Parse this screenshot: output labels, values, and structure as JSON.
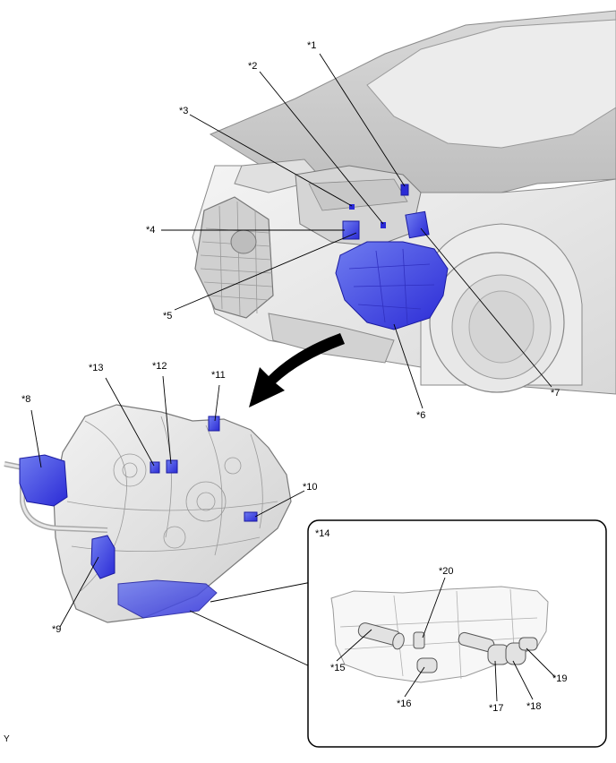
{
  "callouts": {
    "c1": "*1",
    "c2": "*2",
    "c3": "*3",
    "c4": "*4",
    "c5": "*5",
    "c6": "*6",
    "c7": "*7",
    "c8": "*8",
    "c9": "*9",
    "c10": "*10",
    "c11": "*11",
    "c12": "*12",
    "c13": "*13",
    "c14": "*14",
    "c15": "*15",
    "c16": "*16",
    "c17": "*17",
    "c18": "*18",
    "c19": "*19",
    "c20": "*20"
  },
  "corner_letter": "Y",
  "colors": {
    "highlight": "#2b2bd6",
    "highlight_light": "#6f7cf0",
    "line": "#000000",
    "body_grey": "#e6e6e6",
    "outline": "#8a8a8a"
  },
  "icons": [
    "car-front-illustration",
    "transaxle-illustration",
    "valve-body-detail",
    "direction-arrow"
  ]
}
